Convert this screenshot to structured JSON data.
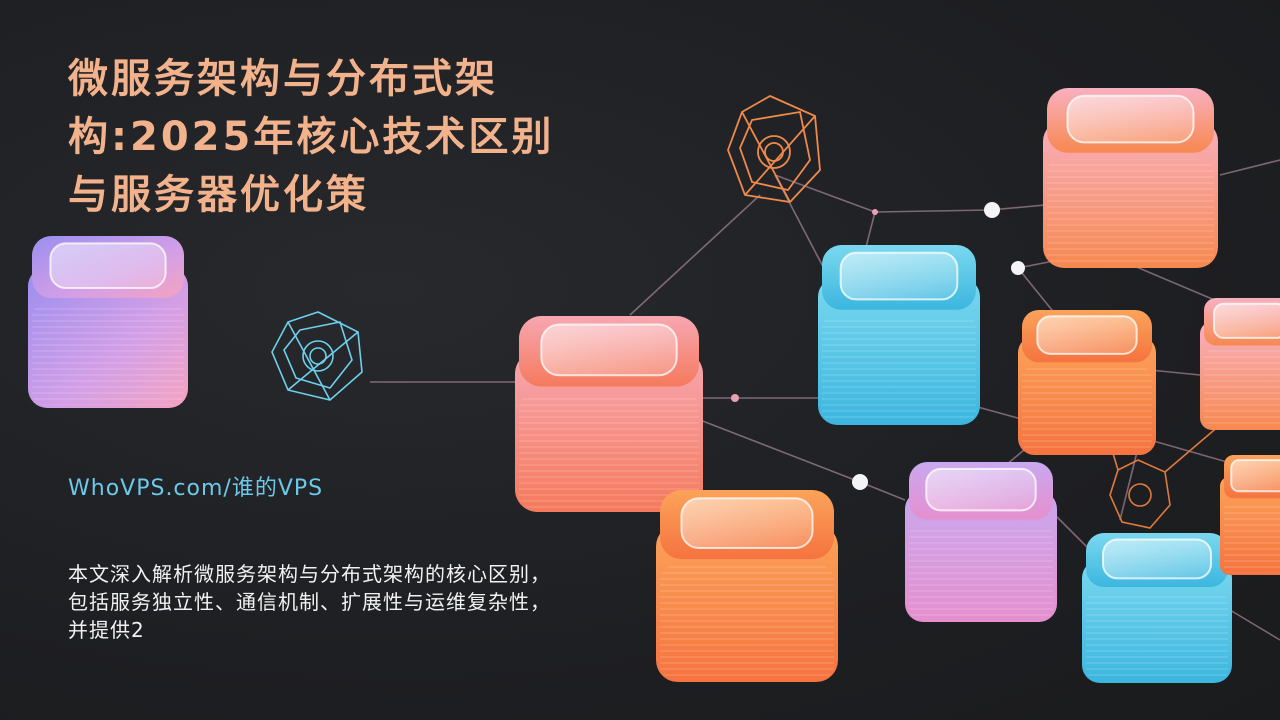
{
  "article": {
    "title": "微服务架构与分布式架构:2025年核心技术区别与服务器优化策",
    "site": "WhoVPS.com/谁的VPS",
    "description": "本文深入解析微服务架构与分布式架构的核心区别，包括服务独立性、通信机制、扩展性与运维复杂性，并提供2"
  },
  "colors": {
    "background": "#1f2023",
    "title": "#f2b28c",
    "site": "#6cc9e8",
    "description": "#f2f2f2",
    "cube_pink": "#f3a4b4",
    "cube_orange": "#f7944f",
    "cube_cyan": "#58c6e6",
    "cube_violet": "#b49be6"
  },
  "illustration": {
    "cubes": [
      {
        "name": "cube-violet-left",
        "color": "violet"
      },
      {
        "name": "cube-coral-center",
        "color": "coral"
      },
      {
        "name": "cube-orange-bottom",
        "color": "orange"
      },
      {
        "name": "cube-cyan-center",
        "color": "cyan"
      },
      {
        "name": "cube-pink-top-right",
        "color": "pink"
      },
      {
        "name": "cube-orange-right",
        "color": "orange"
      },
      {
        "name": "cube-purple-bottom",
        "color": "purple"
      },
      {
        "name": "cube-pink-edge",
        "color": "pink"
      },
      {
        "name": "cube-cyan-bottom-right",
        "color": "cyan"
      },
      {
        "name": "cube-orange-edge",
        "color": "orange"
      }
    ],
    "nodes": [
      {
        "name": "wire-node-cyan",
        "color": "cyan"
      },
      {
        "name": "wire-node-orange-top",
        "color": "orange"
      },
      {
        "name": "wire-node-orange-bottom",
        "color": "orange"
      }
    ]
  }
}
